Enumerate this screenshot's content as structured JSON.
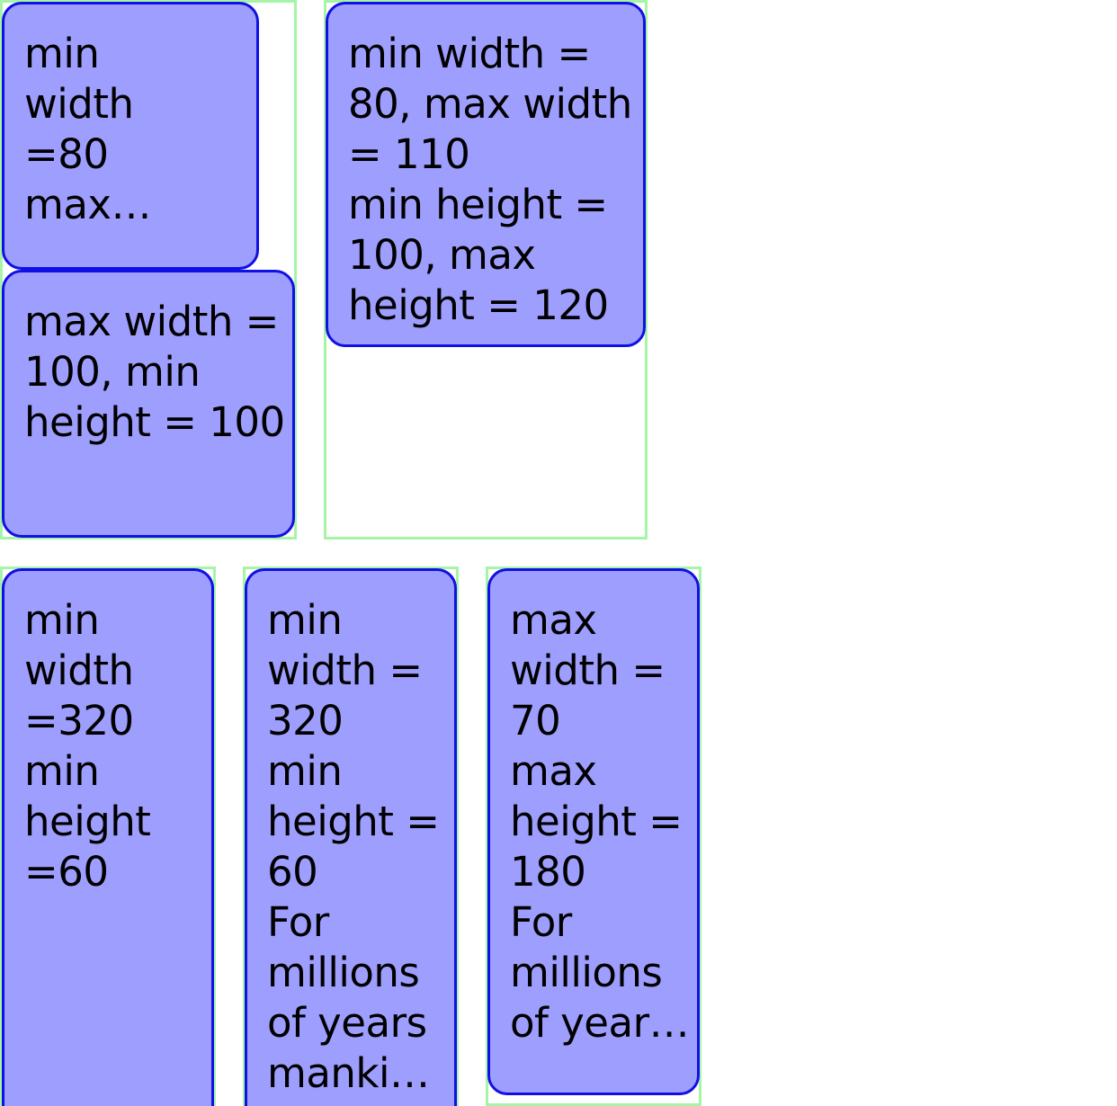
{
  "boxes": [
    {
      "lines": [
        "min",
        "width",
        "=80",
        "max…"
      ]
    },
    {
      "lines": [
        "max width =",
        "100, min",
        "height = 100"
      ]
    },
    {
      "lines": [
        "min width =",
        "80, max width",
        "= 110",
        "min height =",
        "100, max",
        "height = 120"
      ]
    },
    {
      "lines": [
        "min",
        "width",
        "=320",
        "min",
        "height",
        "=60"
      ]
    },
    {
      "lines": [
        "min",
        "width =",
        "320",
        "min",
        "height =",
        "60",
        "For",
        "millions",
        "of years",
        "manki…"
      ]
    },
    {
      "lines": [
        "max",
        "width =",
        "70",
        "max",
        "height =",
        "180",
        "For",
        "millions",
        "of year…"
      ]
    }
  ],
  "colors": {
    "box_fill": "#9e9efe",
    "box_border": "#1010e6",
    "frame_border": "#a6f5a6",
    "text": "#000000"
  }
}
